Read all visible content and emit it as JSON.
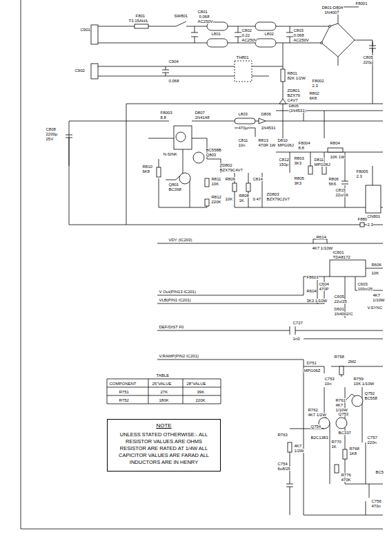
{
  "diagram": {
    "nodes": [
      {
        "text": [
          "NOTE",
          "UNLESS STATED OTHERWISE:- ALL RESISTOR VALUES ARE OHMS RESISTOR ARE RATED AT 1/4W ALL CAPICITOR VALUES ARE FARAD ALL INDUCTORS ARE IN HENRY"
        ]
      }
    ],
    "labels": [
      "C901",
      "F801",
      "T3.15AH/L",
      "SW801",
      "C801",
      "0.068",
      "AC250V",
      "L801",
      "C802",
      "0.22",
      "AC250V",
      "L802",
      "C803",
      "0.068",
      "AC250V",
      "D801-D804",
      "1N4007",
      "F8001",
      "C805",
      "220µ",
      "C902",
      "C904",
      "0.068",
      "TH801",
      "R801",
      "82K 1/2W",
      "ZD801",
      "BZX79",
      "C4V7",
      "D805",
      "(1N4531)",
      "R802",
      "6K8",
      "F8002",
      "2.3",
      "C808",
      "2200µ",
      "25V",
      "F8003",
      "8.8",
      "D807",
      "1N4148",
      "N-SINK",
      "BC558B",
      "Q803",
      "Q801",
      "BC368",
      "R810",
      "6K8",
      "R811",
      "10K",
      "R812",
      "220K",
      "ZD802",
      "BZX79C4V7",
      "L803",
      "470µ",
      "C811",
      "10n",
      "D806",
      "1N4531",
      "R813",
      "470R 1W",
      "D810",
      "MPG06J",
      "F8004",
      "8.8",
      "R804",
      "10K 1W",
      "C812",
      "150p",
      "R803",
      "3K3",
      "D811",
      "MPG06J",
      "R805",
      "3K3",
      "R806",
      "5K6",
      "C815",
      "22u/16",
      "F8005",
      "2.3",
      "CN801",
      "R809",
      "10K",
      "R808",
      "1K",
      "C814",
      "0.47",
      "ZD803",
      "BZX79C2V7",
      "F880",
      "2.3",
      "VDY (IC203)",
      "R614",
      "4K7 1/10W",
      "IC601",
      "TDA8172",
      "F8603",
      "C604",
      "470P",
      "V Out(PIN13 IC201)",
      "VLB(PIN1 IC201)",
      "R604",
      "3K3 1/10W",
      "C605",
      "22u/25",
      "D601",
      "1N4002/C",
      "R606",
      "10K",
      "C603",
      "100n/25",
      "4K7",
      "1/10W",
      "V.SYNC",
      "DEF/DIST F0",
      "C727",
      "1n0",
      "V.RAMP(PIN2 IC201)",
      "TABLE",
      "COMPONENT",
      "25\"VALUE",
      "28\"VALUE",
      "R751",
      "27K",
      "39K",
      "R752",
      "180K",
      "220K",
      "D751",
      "MPG06Z",
      "C753",
      "10n",
      "R758",
      "2M2",
      "R759",
      "10K 1/10W",
      "R761",
      "4K7",
      "1/10W",
      "R762",
      "4K7 1/2W",
      "Q752",
      "BC558",
      "Q753",
      "BC337",
      "Q754",
      "B2C1383",
      "R763",
      "4K7",
      "1/2W",
      "C754",
      "6u8/25",
      "R768",
      "1K8",
      "R770",
      "1K",
      "R776",
      "470K",
      "C757",
      "220n",
      "C756",
      "470n",
      "BC5"
    ]
  }
}
